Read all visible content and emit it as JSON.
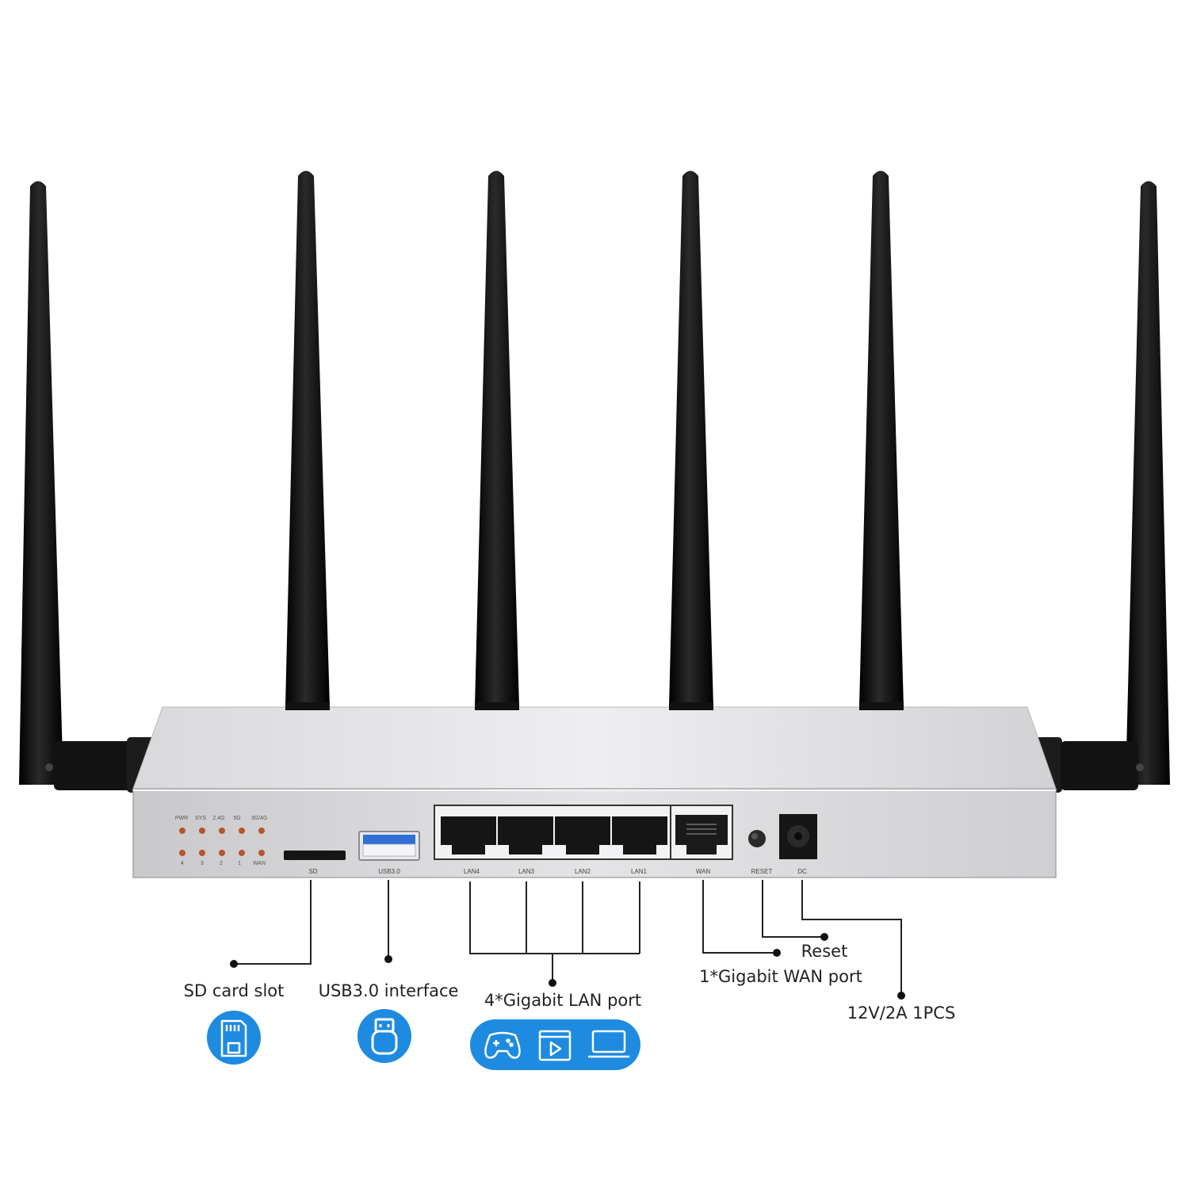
{
  "led_panel": {
    "top_labels": [
      "PWR",
      "SYS",
      "2.4G",
      "5G",
      "3G/4G"
    ],
    "bottom_labels": [
      "4",
      "3",
      "2",
      "1",
      "WAN"
    ]
  },
  "ports": {
    "sd": "SD",
    "usb": "USB3.0",
    "lan4": "LAN4",
    "lan3": "LAN3",
    "lan2": "LAN2",
    "lan1": "LAN1",
    "wan": "WAN",
    "reset": "RESET",
    "dc": "DC"
  },
  "callouts": {
    "sd_card_slot": "SD card slot",
    "usb_interface": "USB3.0 interface",
    "lan_ports": "4*Gigabit LAN port",
    "reset": "Reset",
    "wan_port": "1*Gigabit WAN port",
    "power": "12V/2A 1PCS"
  },
  "colors": {
    "accent_blue": "#1e8be0",
    "antenna": "#111111",
    "chassis": "#d6d6d8",
    "led": "#b5562e"
  },
  "icons": [
    "sd-card-icon",
    "usb-drive-icon",
    "gamepad-icon",
    "video-play-icon",
    "laptop-icon"
  ]
}
